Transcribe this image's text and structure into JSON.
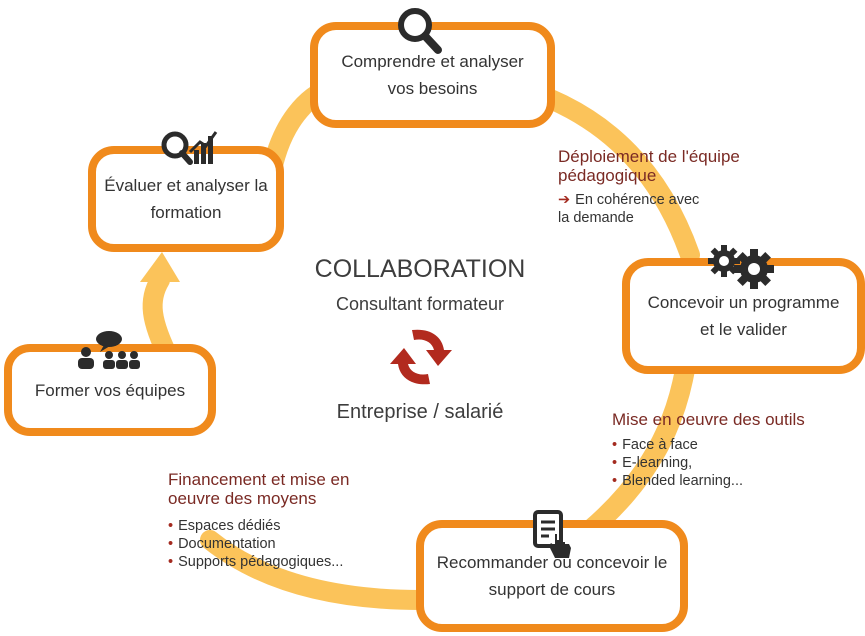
{
  "center": {
    "heading": "COLLABORATION",
    "sub1": "Consultant formateur",
    "sub2": "Entreprise / salarié"
  },
  "steps": {
    "comprendre": "Comprendre et analyser vos besoins",
    "concevoir": "Concevoir un programme et le valider",
    "recommander": "Recommander ou concevoir le support de cours",
    "former": "Former vos équipes",
    "evaluer": "Évaluer et analyser la formation"
  },
  "notes": {
    "deploiement": {
      "title": "Déploiement de l'équipe pédagogique",
      "items": [
        "En cohérence avec la demande"
      ]
    },
    "mise_en_oeuvre": {
      "title": "Mise en oeuvre des outils",
      "items": [
        "Face à face",
        "E-learning,",
        "Blended learning..."
      ]
    },
    "financement": {
      "title": "Financement et mise en oeuvre des moyens",
      "items": [
        "Espaces dédiés",
        "Documentation",
        "Supports pédagogiques..."
      ]
    }
  },
  "colors": {
    "box_border": "#f08a1c",
    "ring": "#fbc35a",
    "title": "#7a2a24",
    "cycle_icon": "#b22a1e"
  },
  "icons": [
    "search-icon",
    "gears-icon",
    "document-hand-icon",
    "team-meeting-icon",
    "analytics-icon",
    "cycle-arrows-icon"
  ]
}
